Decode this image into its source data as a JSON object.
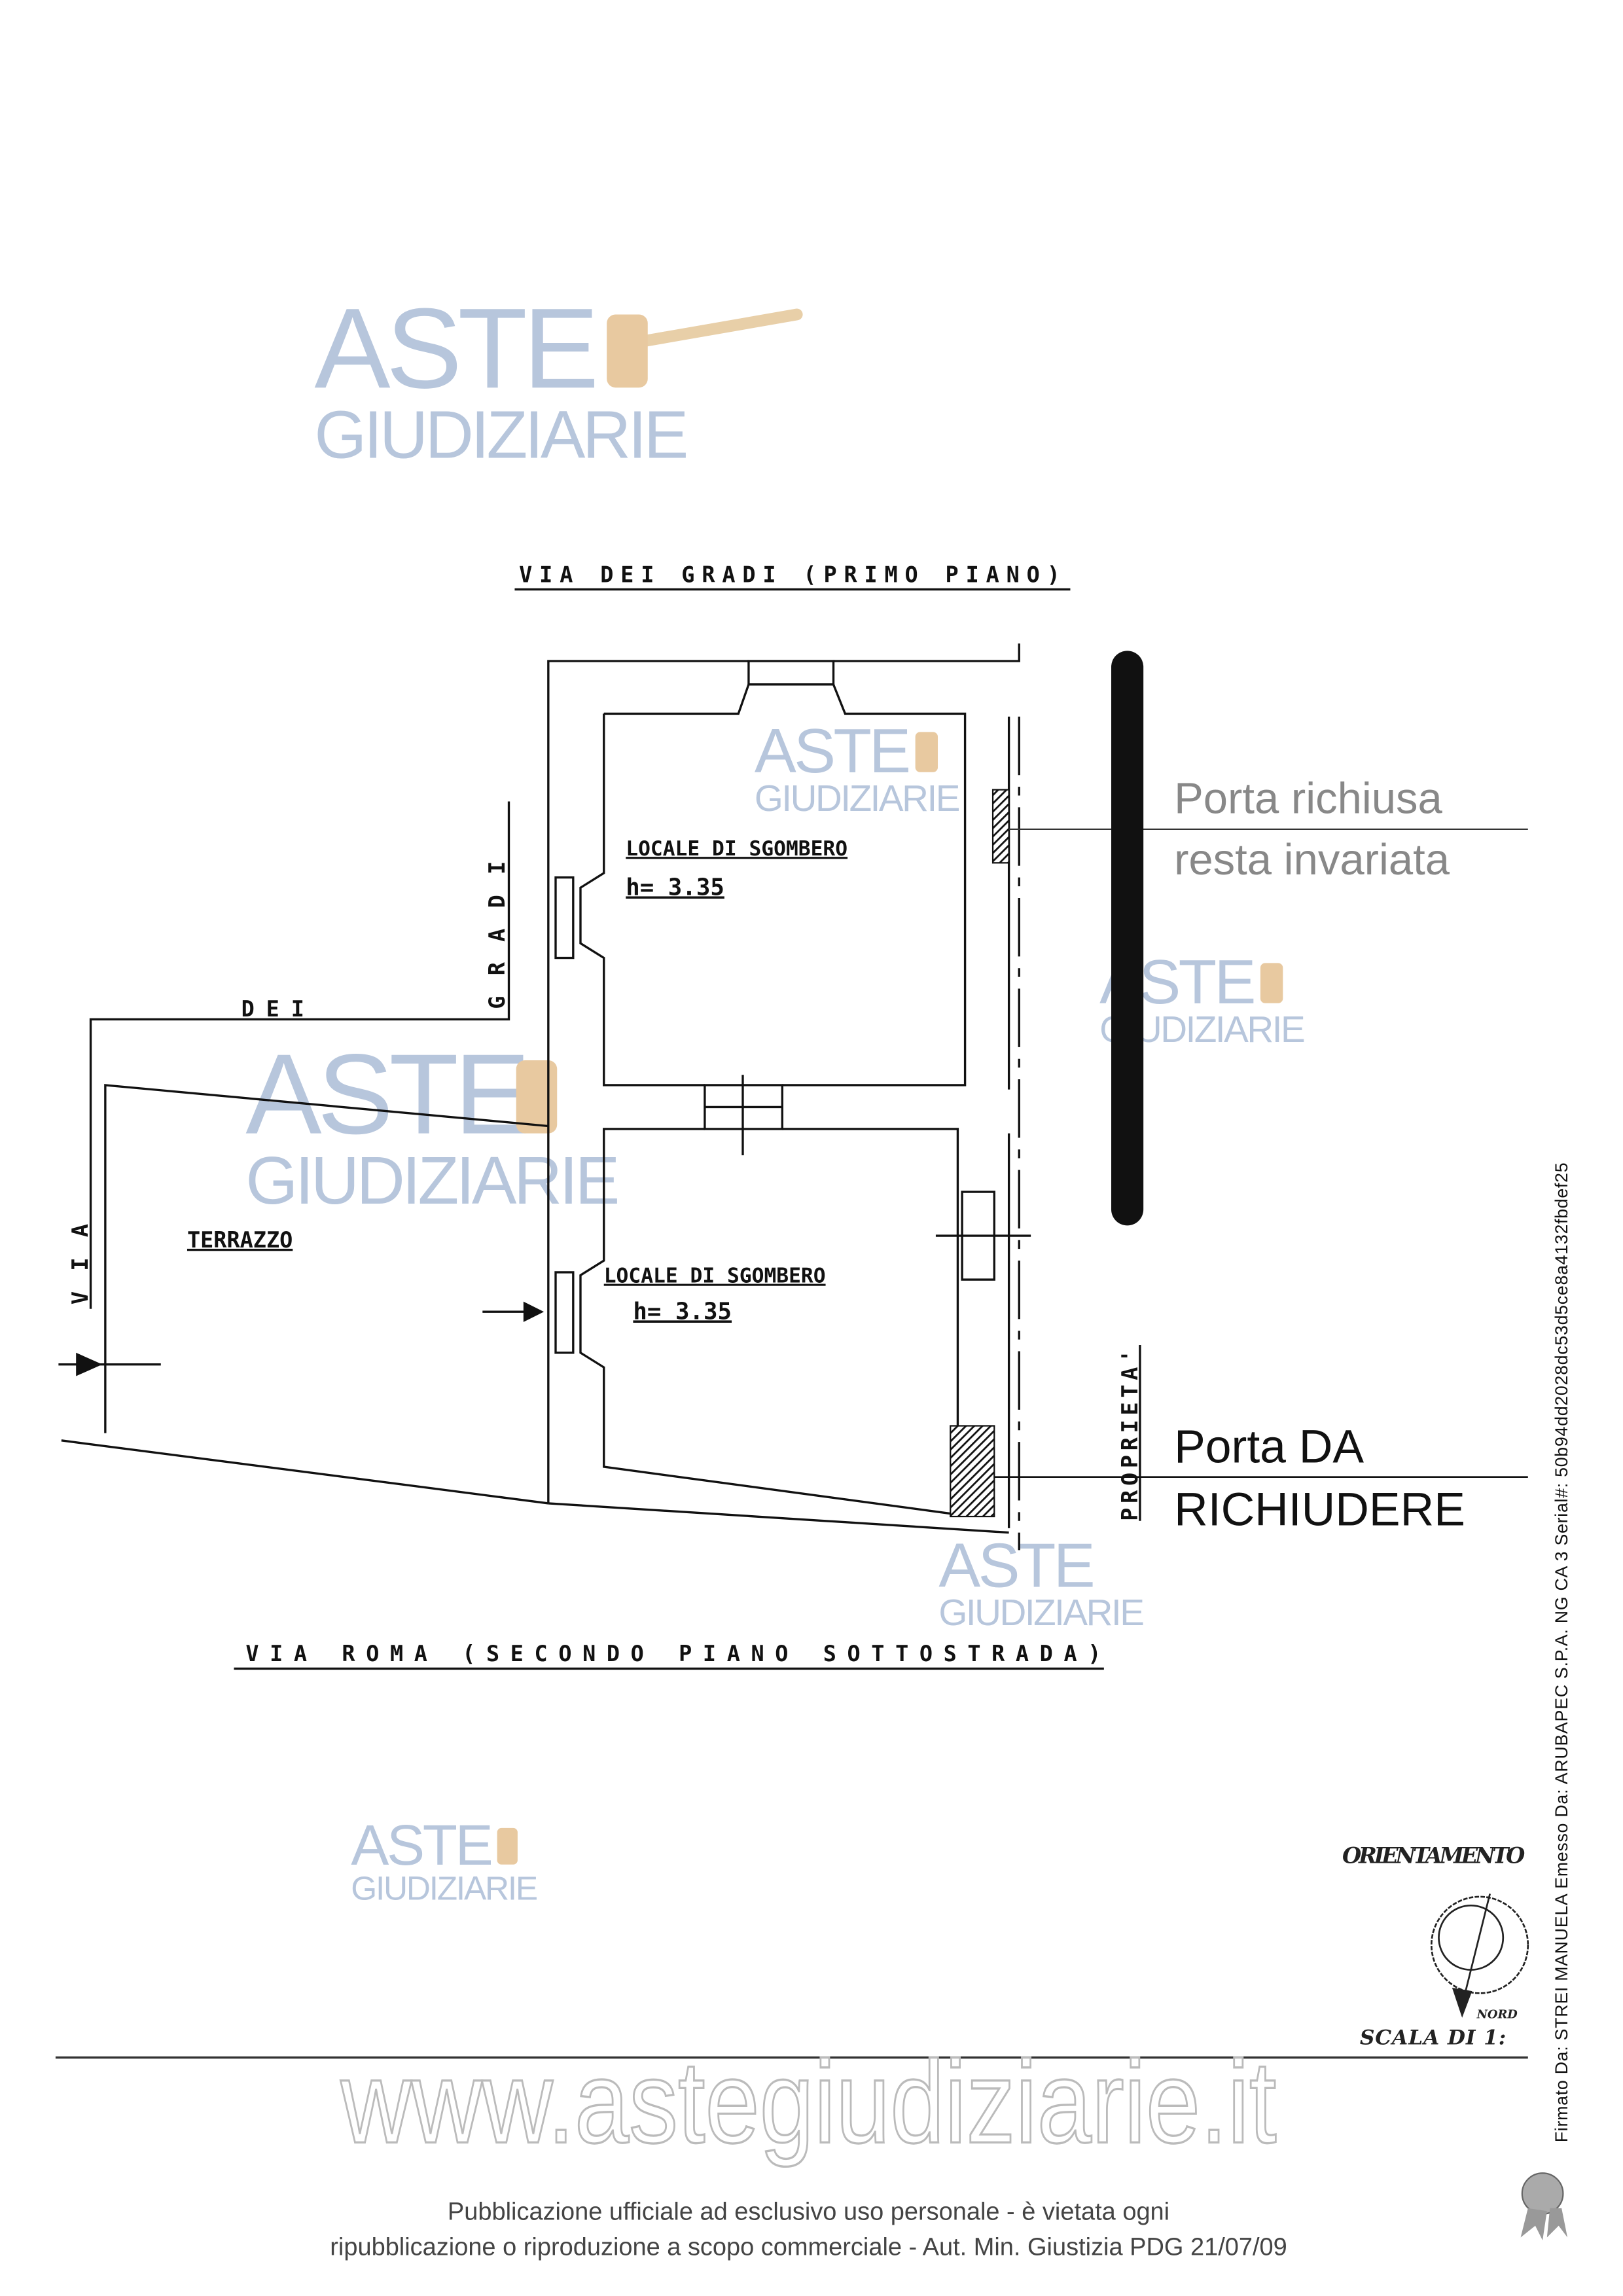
{
  "plan": {
    "street_top": "VIA DEI GRADI (PRIMO PIANO)",
    "street_bottom": "VIA ROMA (SECONDO PIANO SOTTOSTRADA)",
    "street_left_dei": "DEI",
    "street_left_gradi": "GRADI",
    "street_left_via": "VIA",
    "terrace": "TERRAZZO",
    "room_upper": {
      "label": "LOCALE DI SGOMBERO",
      "height": "h= 3.35"
    },
    "room_lower": {
      "label": "LOCALE DI SGOMBERO",
      "height": "h= 3.35"
    },
    "property": "PROPRIETA'"
  },
  "annotations": {
    "door_closed_1": "Porta richiusa",
    "door_closed_2": "resta invariata",
    "door_to_close_1": "Porta DA",
    "door_to_close_2": "RICHIUDERE"
  },
  "legend": {
    "orientation": "ORIENTAMENTO",
    "north": "NORD",
    "scale": "SCALA DI 1:"
  },
  "watermark": {
    "aste": "ASTE",
    "giudiziarie": "GIUDIZIARIE",
    "site": "www.astegiudiziarie.it"
  },
  "footer": {
    "line1": "Pubblicazione ufficiale ad esclusivo uso personale - è vietata ogni",
    "line2": "ripubblicazione o riproduzione a scopo commerciale - Aut. Min. Giustizia PDG 21/07/09"
  },
  "signature": "Firmato Da: STREI MANUELA Emesso Da: ARUBAPEC S.P.A. NG CA 3 Serial#: 50b94dd2028dc53d5ce8a4132fbdef25",
  "colors": {
    "watermark": "#b7c6dc",
    "ink": "#111111",
    "gray_text": "#888888"
  }
}
